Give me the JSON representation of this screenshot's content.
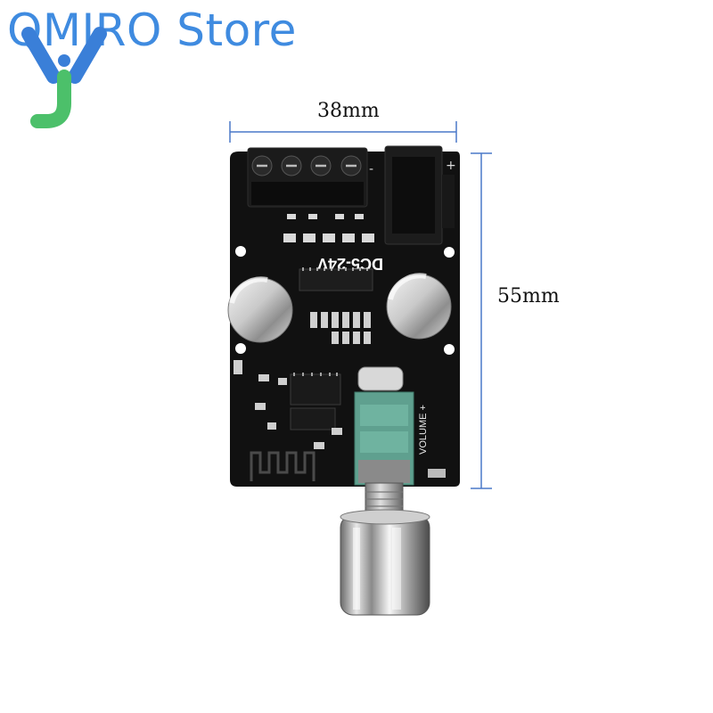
{
  "watermark": {
    "store_name": "QMIRO Store"
  },
  "dimensions": {
    "width_label": "38mm",
    "height_label": "55mm"
  },
  "board": {
    "voltage_label": "DC5-24V",
    "volume_label": "VOLUME +",
    "terminal_polarity_minus": "-",
    "terminal_polarity_plus": "+"
  },
  "colors": {
    "brand_blue": "#3f8be0",
    "logo_blue": "#3a7fd8",
    "logo_green": "#4cc06a",
    "dimension_line": "#4a78c8",
    "pcb": "#111111",
    "potentiometer": "#5fa08f"
  }
}
